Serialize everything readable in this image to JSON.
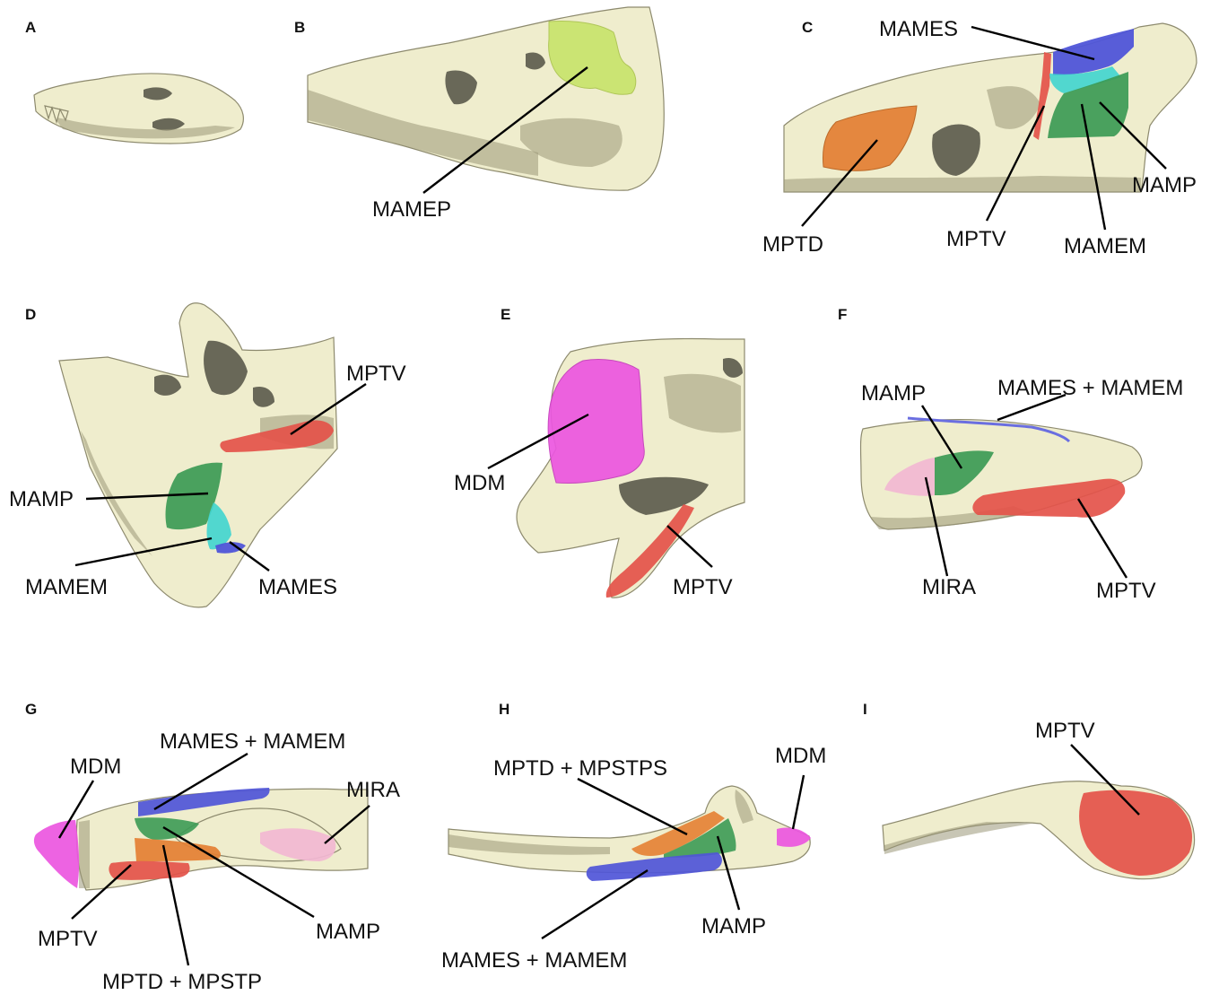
{
  "colors": {
    "bone": "#efedcd",
    "bone_shadow": "#a9a68a",
    "MAMEP": "#c8e46a",
    "MAMES": "#4f55d8",
    "MAMEM": "#3fd4cf",
    "MAMP": "#3c9a55",
    "MPTD": "#e47f33",
    "MPTV": "#e4524a",
    "MDM": "#ec56e0",
    "MIRA": "#f2b7d2"
  },
  "panels": [
    {
      "id": "A",
      "letter": "A",
      "labels": []
    },
    {
      "id": "B",
      "letter": "B",
      "labels": [
        "MAMEP"
      ]
    },
    {
      "id": "C",
      "letter": "C",
      "labels": [
        "MAMES",
        "MPTD",
        "MPTV",
        "MAMEM",
        "MAMP"
      ]
    },
    {
      "id": "D",
      "letter": "D",
      "labels": [
        "MPTV",
        "MAMP",
        "MAMEM",
        "MAMES"
      ]
    },
    {
      "id": "E",
      "letter": "E",
      "labels": [
        "MDM",
        "MPTV"
      ]
    },
    {
      "id": "F",
      "letter": "F",
      "labels": [
        "MAMP",
        "MAMES + MAMEM",
        "MIRA",
        "MPTV"
      ]
    },
    {
      "id": "G",
      "letter": "G",
      "labels": [
        "MAMES + MAMEM",
        "MDM",
        "MIRA",
        "MAMP",
        "MPTV",
        "MPTD + MPSTP"
      ]
    },
    {
      "id": "H",
      "letter": "H",
      "labels": [
        "MDM",
        "MPTD + MPSTPS",
        "MAMP",
        "MAMES + MAMEM"
      ]
    },
    {
      "id": "I",
      "letter": "I",
      "labels": [
        "MPTV"
      ]
    }
  ]
}
